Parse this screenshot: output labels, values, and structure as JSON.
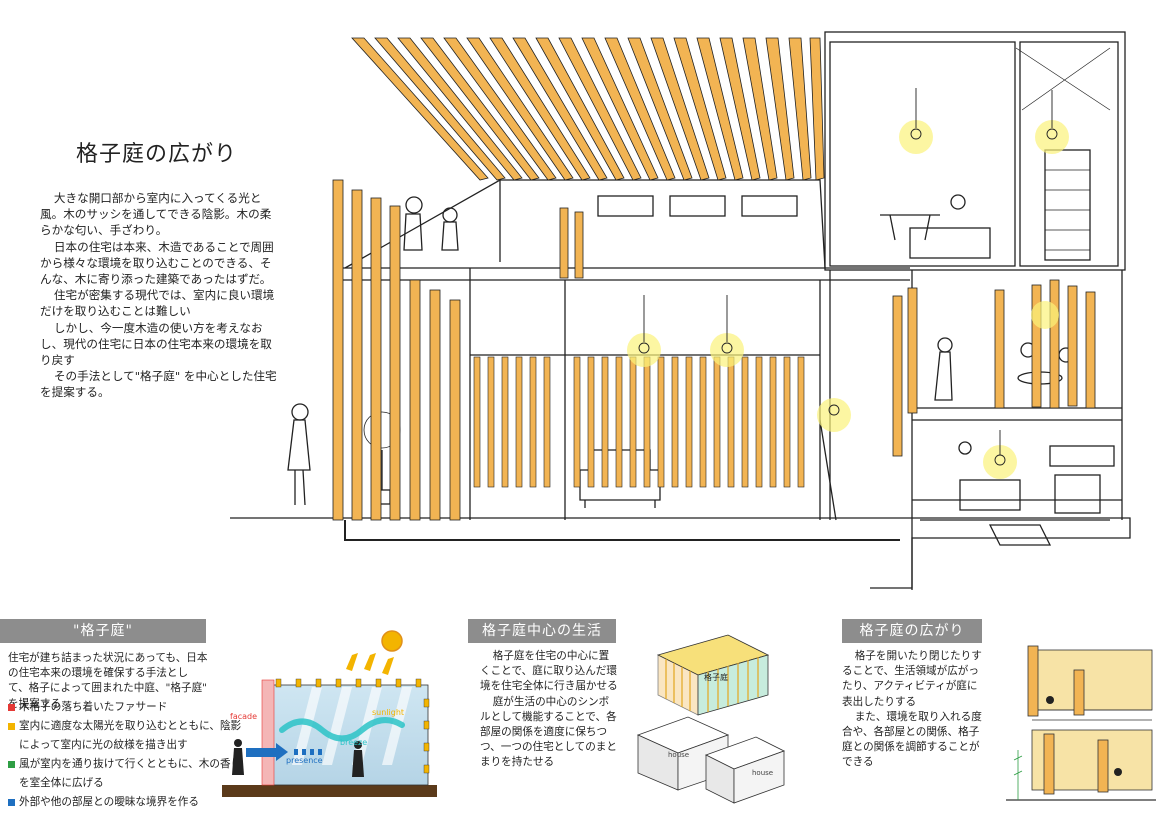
{
  "title": "格子庭の広がり",
  "intro": [
    "大きな開口部から室内に入ってくる光と風。木のサッシを通してできる陰影。木の柔らかな匂い、手ざわり。",
    "日本の住宅は本来、木造であることで周囲から様々な環境を取り込むことのできる、そんな、木に寄り添った建築であったはずだ。",
    "住宅が密集する現代では、室内に良い環境だけを取り込むことは難しい",
    "しかし、今一度木造の使い方を考えなおし、現代の住宅に日本の住宅本来の環境を取り戻す",
    "その手法として\"格子庭\" を中心とした住宅を提案する。"
  ],
  "sections": {
    "koshitei": {
      "header": "\"格子庭\"",
      "text": "住宅が建ち詰まった状況にあっても、日本の住宅本来の環境を確保する手法として、格子によって囲まれた中庭、\"格子庭\" を提案する",
      "legend": [
        {
          "text": "木格子の落ち着いたファサード",
          "color": "#e53935"
        },
        {
          "text": "室内に適度な太陽光を取り込むとともに、陰影によって室内に光の紋様を描き出す",
          "color": "#f3b400"
        },
        {
          "text": "風が室内を通り抜けて行くとともに、木の香りを室全体に広げる",
          "color": "#2e9e44"
        },
        {
          "text": "外部や他の部屋との曖昧な境界を作る",
          "color": "#1e6fc0"
        }
      ],
      "diagram_labels": {
        "facade": "facade",
        "sunlight": "sunlight",
        "breeze": "breeze",
        "presence": "presence"
      }
    },
    "life": {
      "header": "格子庭中心の生活",
      "paragraphs": [
        "格子庭を住宅の中心に置くことで、庭に取り込んだ環境を住宅全体に行き届かせる",
        "庭が生活の中心のシンボルとして機能することで、各部屋の関係を適度に保ちつつ、一つの住宅としてのまとまりを持たせる"
      ],
      "diagram_labels": {
        "garden": "格子庭",
        "house1": "house",
        "house2": "house"
      }
    },
    "spread": {
      "header": "格子庭の広がり",
      "paragraphs": [
        "格子を開いたり閉じたりすることで、生活領域が広がったり、アクティビティが庭に表出したりする",
        "また、環境を取り入れる度合や、各部屋との関係、格子庭との関係を調節することができる"
      ]
    }
  },
  "colors": {
    "wood": "#f2b453",
    "wood_light": "#f7d79a",
    "header": "#8d8d8d",
    "lamp_glow": "#fbf27a"
  }
}
